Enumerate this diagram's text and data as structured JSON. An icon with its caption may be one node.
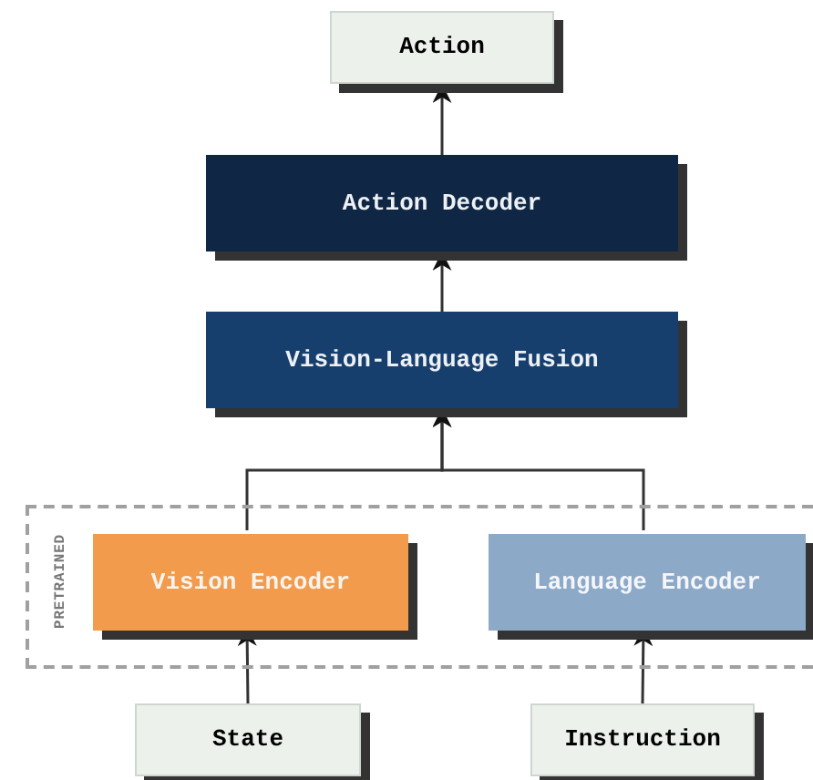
{
  "diagram": {
    "nodes": [
      {
        "text": [
          "Action"
        ]
      },
      {
        "text": [
          "Action Decoder"
        ]
      },
      {
        "text": [
          "Vision-Language Fusion"
        ]
      },
      {
        "text": [
          "PRETRAINED"
        ]
      },
      {
        "text": [
          "Vision Encoder"
        ],
        "in": 3
      },
      {
        "text": [
          "Language Encoder"
        ],
        "in": 3
      },
      {
        "text": [
          "State"
        ]
      },
      {
        "text": [
          "Instruction"
        ]
      }
    ],
    "edges": [
      {
        "from": 6,
        "to": 4,
        "arrow": "to"
      },
      {
        "from": 7,
        "to": 5,
        "arrow": "to"
      },
      {
        "from": 4,
        "to": 2,
        "arrow": "to"
      },
      {
        "from": 5,
        "to": 2,
        "arrow": "to"
      },
      {
        "from": 2,
        "to": 1,
        "arrow": "to"
      },
      {
        "from": 1,
        "to": 0,
        "arrow": "to"
      }
    ]
  }
}
